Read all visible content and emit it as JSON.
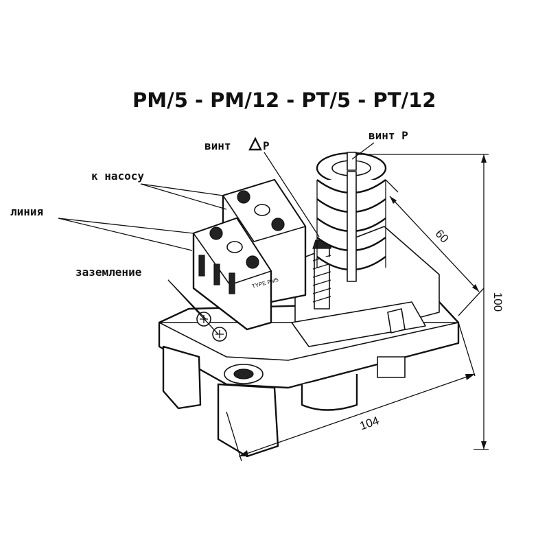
{
  "title": "PM/5 - PM/12 - PT/5 - PT/12",
  "labels": {
    "screw_delta_p": "винт",
    "screw_delta_p_symbol": "P",
    "screw_p": "винт P",
    "to_pump": "к насосу",
    "line": "линия",
    "ground": "заземление",
    "type_plate": "TYPE PM5"
  },
  "dimensions": {
    "spring_length": "60",
    "height": "100",
    "width": "104"
  }
}
